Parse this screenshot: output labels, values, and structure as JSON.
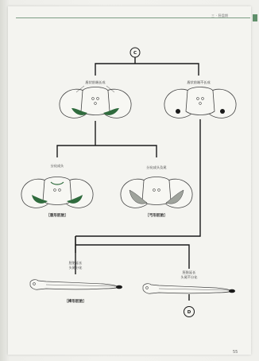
{
  "header": {
    "section_title": "三 · 胚盘期"
  },
  "page_number": "55",
  "flow": {
    "top_connector": "C",
    "bottom_connector": "D",
    "branch_left_label": "盾状前端长成",
    "branch_right_label": "盾状前端不长成",
    "sub_left_label": "分化成头",
    "sub_right_label": "分化成头及尾",
    "caption_shield": "［盾形胚胎］",
    "caption_arc": "［弓形胚胎］",
    "lower_left_label_line1": "胚胎延长",
    "lower_left_label_line2": "头尾分化",
    "lower_right_label_line1": "胚胎延长",
    "lower_right_label_line2": "头尾不分化",
    "caption_rod": "［棒形胚胎］"
  },
  "colors": {
    "line": "#1a1a1a",
    "embryo_green": "#2f6b3d",
    "header_accent": "#5f8f6b"
  }
}
